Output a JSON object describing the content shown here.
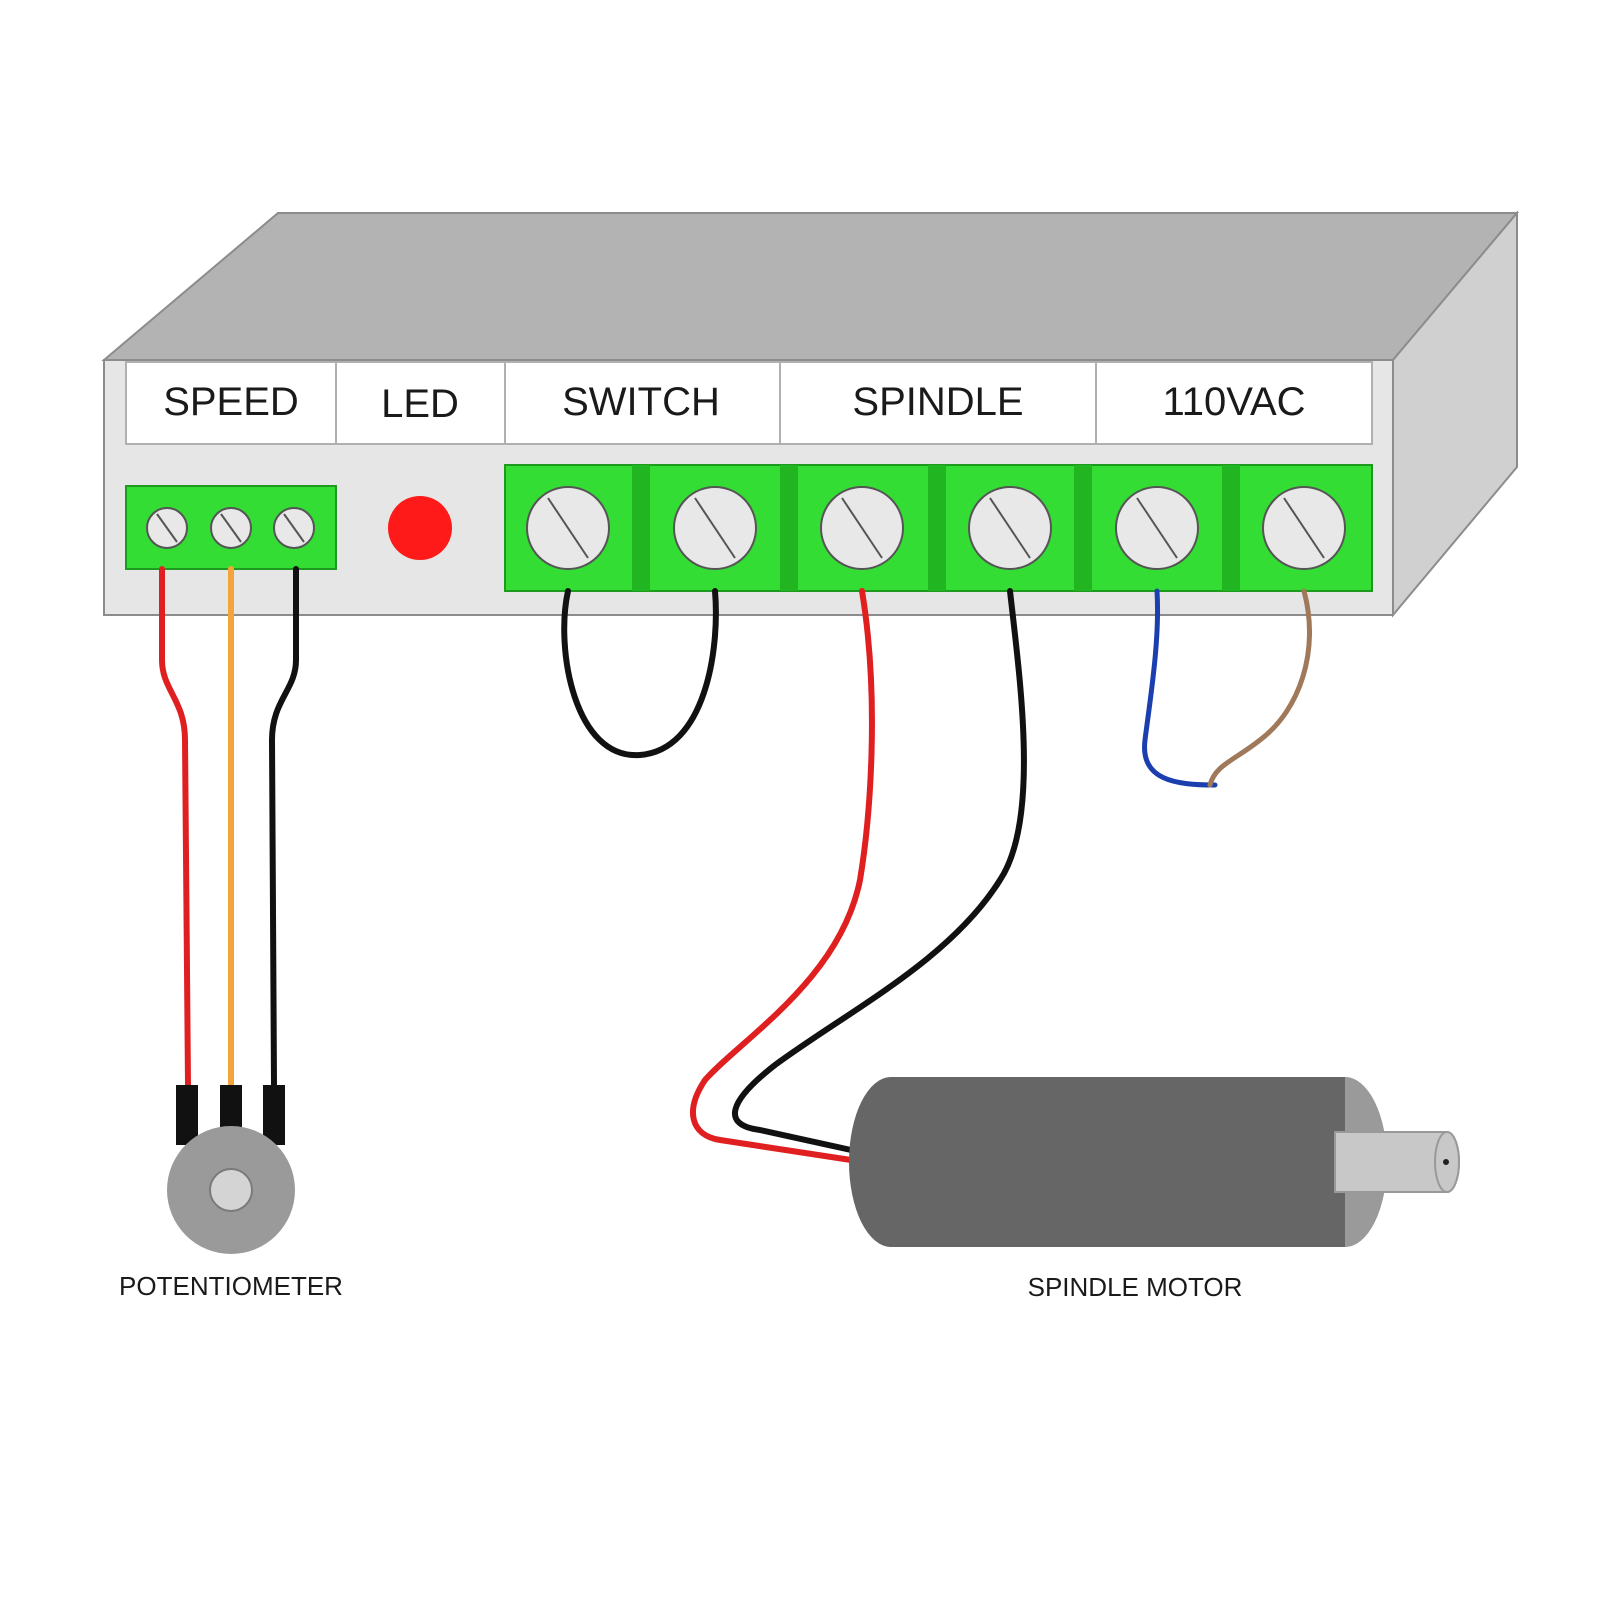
{
  "header_labels": {
    "speed": "SPEED",
    "led": "LED",
    "switch": "SWITCH",
    "spindle": "SPINDLE",
    "vac": "110VAC"
  },
  "captions": {
    "potentiometer": "POTENTIOMETER",
    "spindle_motor": "SPINDLE MOTOR"
  },
  "colors": {
    "box_front": "#e6e6e6",
    "box_top": "#b3b3b3",
    "box_side": "#d0d0d0",
    "terminal_green": "#33dd33",
    "terminal_divider": "#22b522",
    "screw": "#e8e8e8",
    "led_red": "#ff1a1a",
    "wire_red": "#e02020",
    "wire_orange": "#f4a43a",
    "wire_black": "#111111",
    "wire_blue": "#1c3fb0",
    "wire_brown": "#a0785a",
    "motor_body": "#666666",
    "motor_end": "#9a9a9a",
    "motor_shaft": "#c8c8c8",
    "pot_body": "#9a9a9a"
  },
  "icons": {
    "led": "led-indicator-icon",
    "potentiometer": "potentiometer-icon",
    "motor": "spindle-motor-icon"
  }
}
